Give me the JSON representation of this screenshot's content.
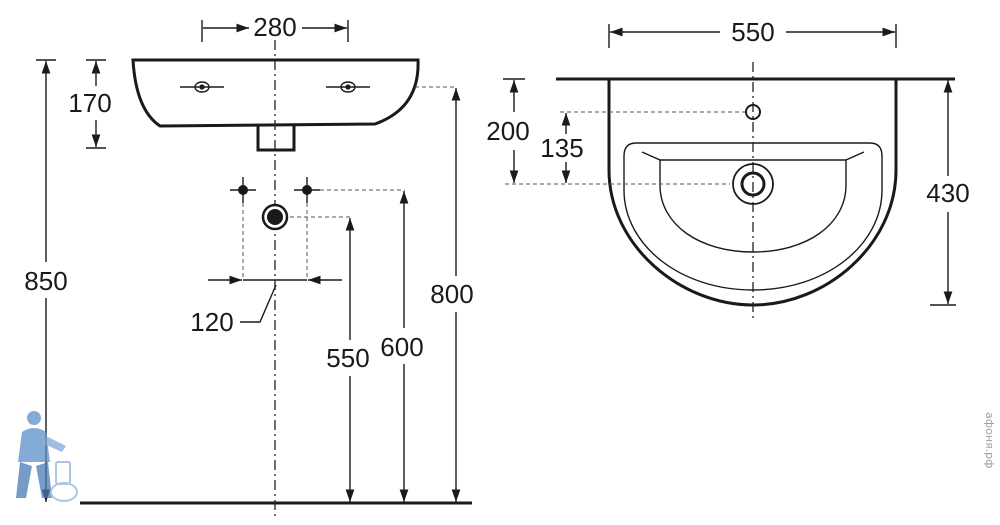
{
  "side_view": {
    "dimensions": {
      "tap_spacing": "280",
      "basin_depth": "170",
      "top_height": "850",
      "pipe_spacing": "120",
      "drain_height": "550",
      "supply_height": "600",
      "rim_height": "800"
    }
  },
  "plan_view": {
    "dimensions": {
      "width": "550",
      "depth_to_hole": "200",
      "depth_to_drain": "135",
      "projection": "430"
    }
  },
  "watermark": {
    "text": "афоня.рф",
    "logo_icon": "plumber-mascot-icon"
  },
  "colors": {
    "line": "#1a1a1a",
    "watermark": "#9aa0a8",
    "logo": "#5b8fc9"
  }
}
